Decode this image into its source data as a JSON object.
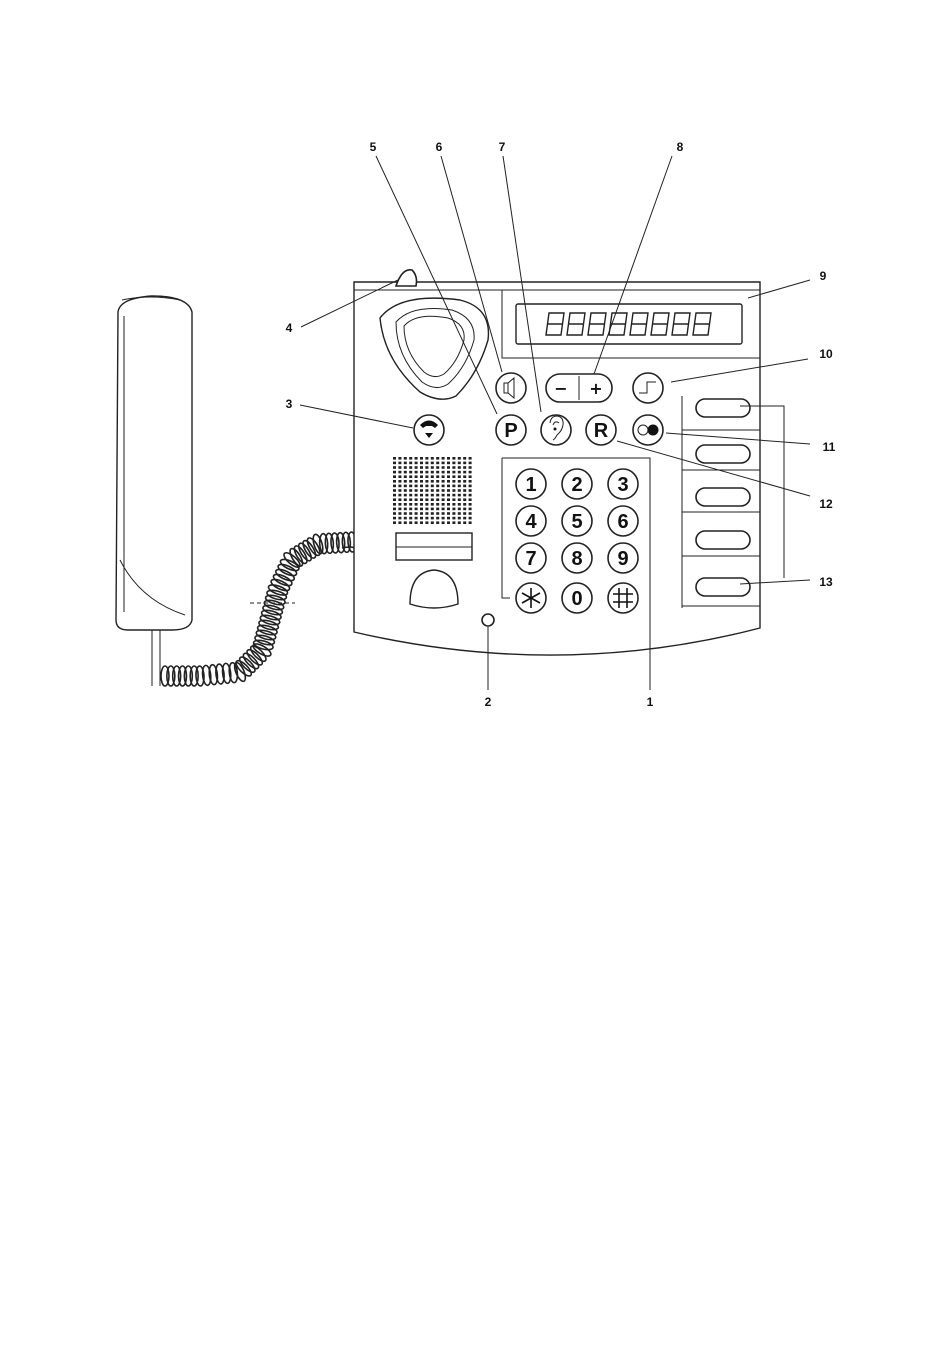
{
  "callouts": {
    "c1": "1",
    "c2": "2",
    "c3": "3",
    "c4": "4",
    "c5": "5",
    "c6": "6",
    "c7": "7",
    "c8": "8",
    "c9": "9",
    "c10": "10",
    "c11": "11",
    "c12": "12",
    "c13": "13"
  },
  "keypad": {
    "keys": [
      "1",
      "2",
      "3",
      "4",
      "5",
      "6",
      "7",
      "8",
      "9",
      "0"
    ]
  },
  "function_keys": {
    "park": "P",
    "recall": "R",
    "minus": "−",
    "plus": "+"
  },
  "icons": {
    "speaker": "speaker-icon",
    "hook": "hook-release-icon",
    "hearing": "ear-icon",
    "hold": "hold-icon",
    "redial": "redial-icon",
    "star": "star-icon",
    "hash": "hash-icon",
    "display": "seven-segment-display",
    "mic": "microphone-icon"
  }
}
